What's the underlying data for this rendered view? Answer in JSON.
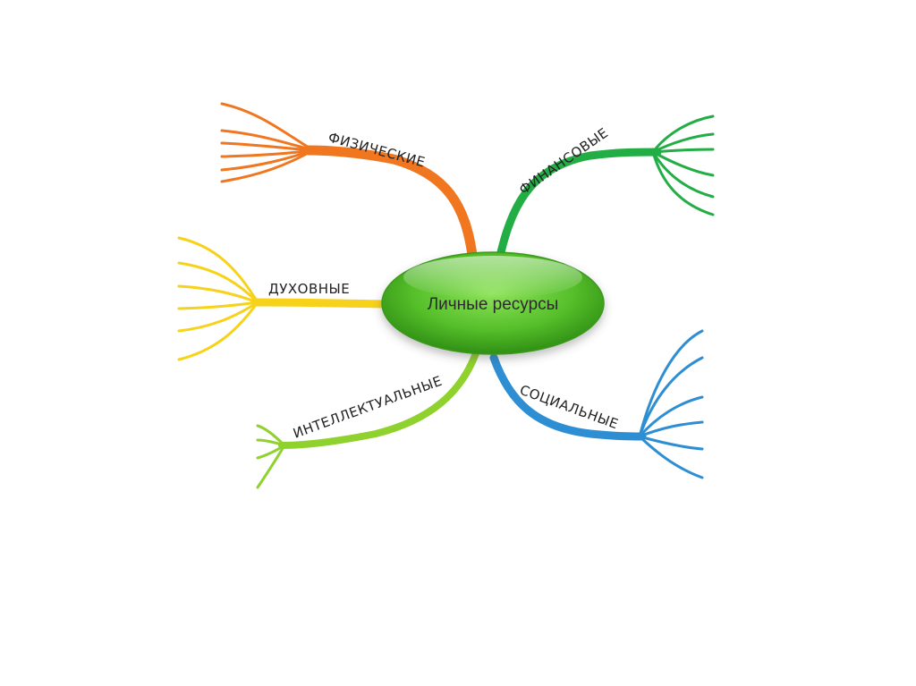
{
  "center": {
    "label": "Личные ресурсы",
    "color": "#5fc432"
  },
  "branches": {
    "physical": {
      "label": "ФИЗИЧЕСКИЕ",
      "color": "#f0761f"
    },
    "financial": {
      "label": "ФИНАНСОВЫЕ",
      "color": "#22ad45"
    },
    "spiritual": {
      "label": "ДУХОВНЫЕ",
      "color": "#f7d21a"
    },
    "intellectual": {
      "label": "ИНТЕЛЛЕКТУАЛЬНЫЕ",
      "color": "#8fd12d"
    },
    "social": {
      "label": "СОЦИАЛЬНЫЕ",
      "color": "#2e8ed3"
    }
  }
}
